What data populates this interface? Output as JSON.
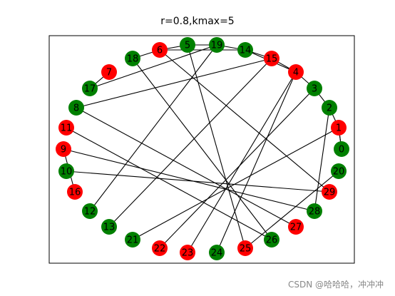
{
  "title": "r=0.8,kmax=5",
  "watermark": "CSDN @哈哈哈，冲冲冲",
  "colors": {
    "red": "#ff0000",
    "green": "#008000",
    "edge": "#000000",
    "frame": "#000000",
    "label": "#000000"
  },
  "nodes": [
    {
      "id": "0",
      "color": "green"
    },
    {
      "id": "1",
      "color": "red"
    },
    {
      "id": "2",
      "color": "green"
    },
    {
      "id": "3",
      "color": "green"
    },
    {
      "id": "4",
      "color": "red"
    },
    {
      "id": "5",
      "color": "green"
    },
    {
      "id": "6",
      "color": "red"
    },
    {
      "id": "7",
      "color": "red"
    },
    {
      "id": "8",
      "color": "green"
    },
    {
      "id": "9",
      "color": "red"
    },
    {
      "id": "10",
      "color": "green"
    },
    {
      "id": "11",
      "color": "red"
    },
    {
      "id": "12",
      "color": "green"
    },
    {
      "id": "13",
      "color": "green"
    },
    {
      "id": "14",
      "color": "green"
    },
    {
      "id": "15",
      "color": "red"
    },
    {
      "id": "16",
      "color": "red"
    },
    {
      "id": "17",
      "color": "green"
    },
    {
      "id": "18",
      "color": "green"
    },
    {
      "id": "19",
      "color": "green"
    },
    {
      "id": "20",
      "color": "green"
    },
    {
      "id": "21",
      "color": "green"
    },
    {
      "id": "22",
      "color": "red"
    },
    {
      "id": "23",
      "color": "red"
    },
    {
      "id": "24",
      "color": "green"
    },
    {
      "id": "25",
      "color": "red"
    },
    {
      "id": "26",
      "color": "green"
    },
    {
      "id": "27",
      "color": "red"
    },
    {
      "id": "28",
      "color": "green"
    },
    {
      "id": "29",
      "color": "red"
    }
  ],
  "edges": [
    [
      "0",
      "1"
    ],
    [
      "1",
      "2"
    ],
    [
      "2",
      "3"
    ],
    [
      "3",
      "4"
    ],
    [
      "4",
      "15"
    ],
    [
      "15",
      "14"
    ],
    [
      "14",
      "19"
    ],
    [
      "19",
      "5"
    ],
    [
      "5",
      "6"
    ],
    [
      "6",
      "18"
    ],
    [
      "7",
      "17"
    ],
    [
      "9",
      "16"
    ],
    [
      "17",
      "19"
    ],
    [
      "6",
      "14"
    ],
    [
      "8",
      "15"
    ],
    [
      "18",
      "26"
    ],
    [
      "6",
      "29"
    ],
    [
      "5",
      "25"
    ],
    [
      "4",
      "24"
    ],
    [
      "4",
      "23"
    ],
    [
      "3",
      "22"
    ],
    [
      "2",
      "28"
    ],
    [
      "1",
      "21"
    ],
    [
      "0",
      "1"
    ],
    [
      "8",
      "27"
    ],
    [
      "11",
      "26"
    ],
    [
      "9",
      "28"
    ],
    [
      "10",
      "29"
    ],
    [
      "20",
      "25"
    ],
    [
      "12",
      "19"
    ],
    [
      "13",
      "15"
    ],
    [
      "14",
      "4"
    ]
  ]
}
